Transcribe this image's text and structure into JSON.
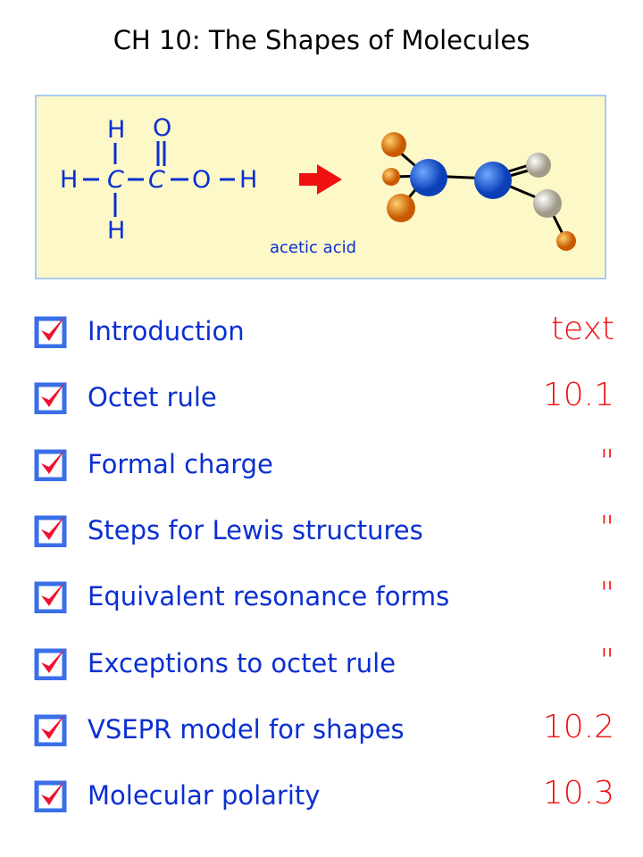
{
  "title": "CH 10: The Shapes of Molecules",
  "figure": {
    "formula_atoms": [
      "H",
      "C",
      "C",
      "O",
      "H",
      "H",
      "O",
      "H"
    ],
    "caption": "acetic acid",
    "arrow_color": "#f01010"
  },
  "items": [
    {
      "label": "Introduction",
      "ref": "text",
      "checked": true
    },
    {
      "label": "Octet rule",
      "ref": "10.1",
      "checked": true
    },
    {
      "label": "Formal charge",
      "ref": "\"",
      "checked": true
    },
    {
      "label": "Steps for Lewis structures",
      "ref": "\"",
      "checked": true
    },
    {
      "label": "Equivalent resonance forms",
      "ref": "\"",
      "checked": true
    },
    {
      "label": "Exceptions to octet rule",
      "ref": "\"",
      "checked": true
    },
    {
      "label": "VSEPR model for shapes",
      "ref": "10.2",
      "checked": true
    },
    {
      "label": "Molecular polarity",
      "ref": "10.3",
      "checked": true
    }
  ]
}
